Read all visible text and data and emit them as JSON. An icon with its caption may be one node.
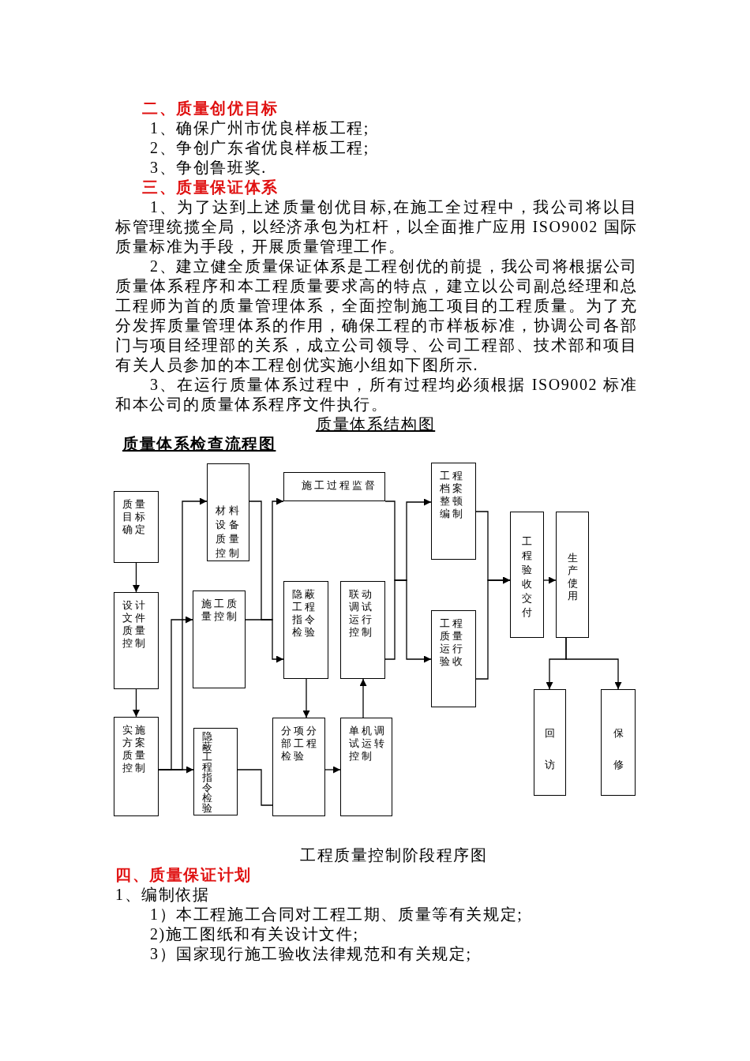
{
  "diagram": {
    "caption": "工程质量控制阶段程序图",
    "nodes": [
      {
        "text": [
          "质量目标确定"
        ]
      },
      {
        "text": [
          "设计文件质量控制"
        ]
      },
      {
        "text": [
          "实施方案质量控制"
        ]
      },
      {
        "text": [
          "材料设备质量控制"
        ]
      },
      {
        "text": [
          "施工质量控制"
        ]
      },
      {
        "text": [
          "隐蔽工程指令检验"
        ]
      },
      {
        "text": [
          "施工过程监督"
        ]
      },
      {
        "text": [
          "隐蔽工程指令检验"
        ]
      },
      {
        "text": [
          "联动调试运行控制"
        ]
      },
      {
        "text": [
          "分项分部工程检验"
        ]
      },
      {
        "text": [
          "单机调试运转控制"
        ]
      },
      {
        "text": [
          "工程档案整顿编制"
        ]
      },
      {
        "text": [
          "工程质量运行验收"
        ]
      },
      {
        "text": [
          "工程验收交付"
        ]
      },
      {
        "text": [
          "生产使用"
        ]
      },
      {
        "text": [
          "回访"
        ]
      },
      {
        "text": [
          "保修"
        ]
      }
    ],
    "edges": [
      {
        "from": 0,
        "to": 1,
        "arrow": "to"
      },
      {
        "from": 1,
        "to": 2,
        "arrow": "to"
      },
      {
        "from": 2,
        "to": 3,
        "arrow": "to"
      },
      {
        "from": 2,
        "to": 4,
        "arrow": "to"
      },
      {
        "from": 2,
        "to": 5,
        "arrow": "to"
      },
      {
        "from": 3,
        "to": 6,
        "arrow": "to"
      },
      {
        "from": 4,
        "to": 7,
        "arrow": "to"
      },
      {
        "from": 5,
        "to": 9,
        "arrow": "none"
      },
      {
        "from": 7,
        "to": 9,
        "arrow": "to"
      },
      {
        "from": 9,
        "to": 10,
        "arrow": "to"
      },
      {
        "from": 10,
        "to": 8,
        "arrow": "to"
      },
      {
        "from": 6,
        "to": 11,
        "arrow": "to"
      },
      {
        "from": 8,
        "to": 12,
        "arrow": "to"
      },
      {
        "from": 11,
        "to": 13,
        "arrow": "to"
      },
      {
        "from": 12,
        "to": 13,
        "arrow": "to"
      },
      {
        "from": 13,
        "to": 14,
        "arrow": "to"
      },
      {
        "from": 14,
        "to": 15,
        "arrow": "to"
      },
      {
        "from": 14,
        "to": 16,
        "arrow": "to"
      }
    ],
    "labels": [
      "二、质量创优目标",
      "1、确保广州市优良样板工程;",
      "2、争创广东省优良样板工程;",
      "3、争创鲁班奖.",
      "三、质量保证体系",
      "1、为了达到上述质量创优目标,在施工全过程中，我公司将以目标管理统揽全局，以经济承包为杠杆，以全面推广应用 ISO9002 国际质量标准为手段，开展质量管理工作。",
      "2、建立健全质量保证体系是工程创优的前提，我公司将根据公司质量体系程序和本工程质量要求高的特点，建立以公司副总经理和总工程师为首的质量管理体系，全面控制施工项目的工程质量。为了充分发挥质量管理体系的作用，确保工程的市样板标准，协调公司各部门与项目经理部的关系，成立公司领导、公司工程部、技术部和项目有关人员参加的本工程创优实施小组如下图所示.",
      "3、在运行质量体系过程中，所有过程均必须根据 ISO9002 标准和本公司的质量体系程序文件执行。",
      "质量体系结构图",
      "质量体系检查流程图",
      "四、质量保证计划",
      "1、编制依据",
      "1）本工程施工合同对工程工期、质量等有关规定;",
      "2)施工图纸和有关设计文件;",
      "3）国家现行施工验收法律规范和有关规定;"
    ]
  }
}
